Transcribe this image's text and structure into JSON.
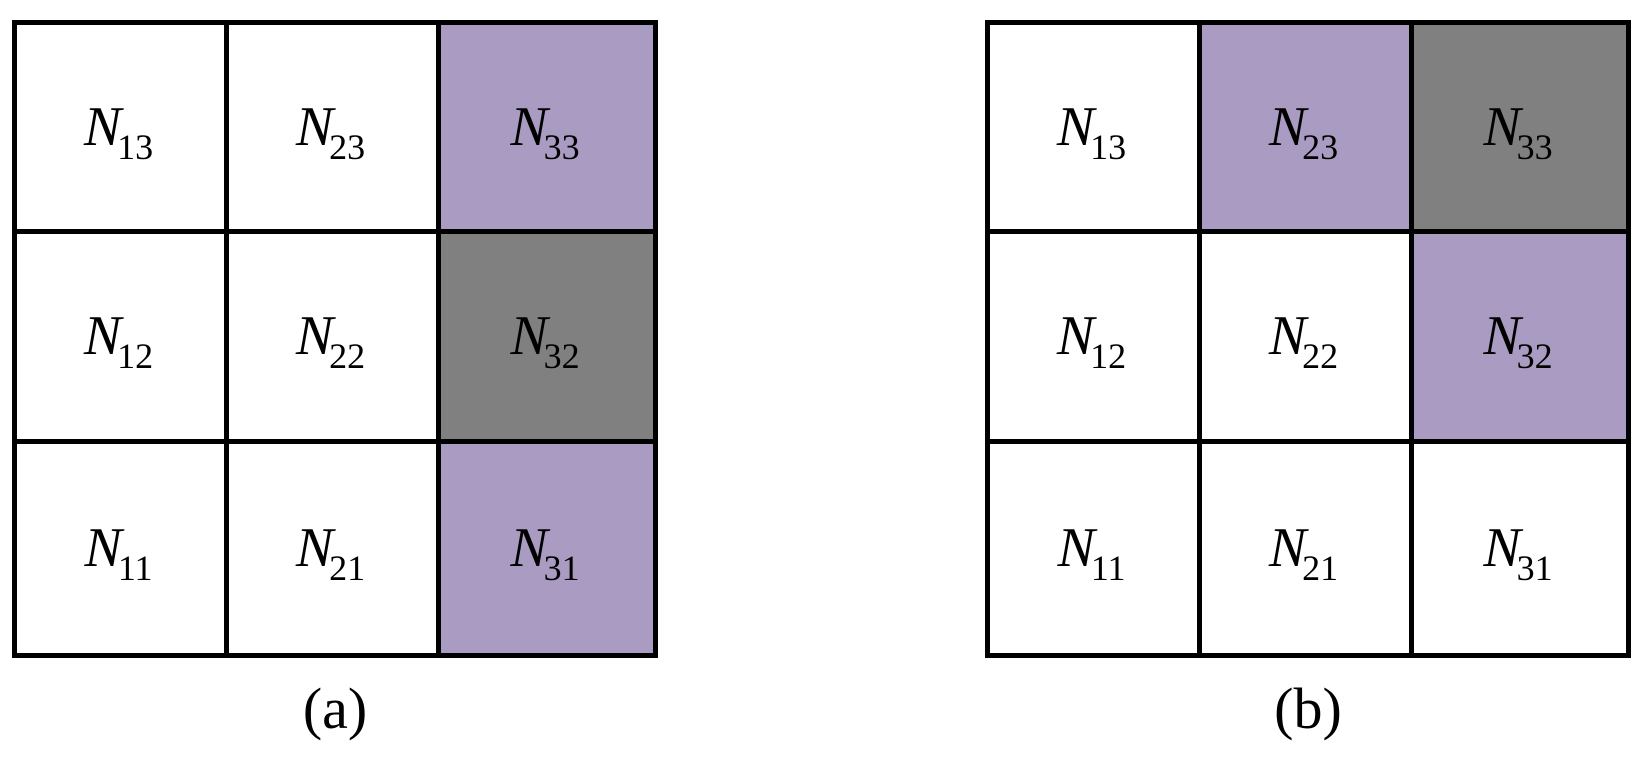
{
  "colors": {
    "white": "#ffffff",
    "purple": "#a99bc1",
    "gray": "#808080",
    "border": "#000000"
  },
  "panels": [
    {
      "caption": "(a)",
      "rows": [
        [
          {
            "letter": "N",
            "sub": "13",
            "fill": "white"
          },
          {
            "letter": "N",
            "sub": "23",
            "fill": "white"
          },
          {
            "letter": "N",
            "sub": "33",
            "fill": "purple"
          }
        ],
        [
          {
            "letter": "N",
            "sub": "12",
            "fill": "white"
          },
          {
            "letter": "N",
            "sub": "22",
            "fill": "white"
          },
          {
            "letter": "N",
            "sub": "32",
            "fill": "gray"
          }
        ],
        [
          {
            "letter": "N",
            "sub": "11",
            "fill": "white"
          },
          {
            "letter": "N",
            "sub": "21",
            "fill": "white"
          },
          {
            "letter": "N",
            "sub": "31",
            "fill": "purple"
          }
        ]
      ]
    },
    {
      "caption": "(b)",
      "rows": [
        [
          {
            "letter": "N",
            "sub": "13",
            "fill": "white"
          },
          {
            "letter": "N",
            "sub": "23",
            "fill": "purple"
          },
          {
            "letter": "N",
            "sub": "33",
            "fill": "gray"
          }
        ],
        [
          {
            "letter": "N",
            "sub": "12",
            "fill": "white"
          },
          {
            "letter": "N",
            "sub": "22",
            "fill": "white"
          },
          {
            "letter": "N",
            "sub": "32",
            "fill": "purple"
          }
        ],
        [
          {
            "letter": "N",
            "sub": "11",
            "fill": "white"
          },
          {
            "letter": "N",
            "sub": "21",
            "fill": "white"
          },
          {
            "letter": "N",
            "sub": "31",
            "fill": "white"
          }
        ]
      ]
    }
  ]
}
